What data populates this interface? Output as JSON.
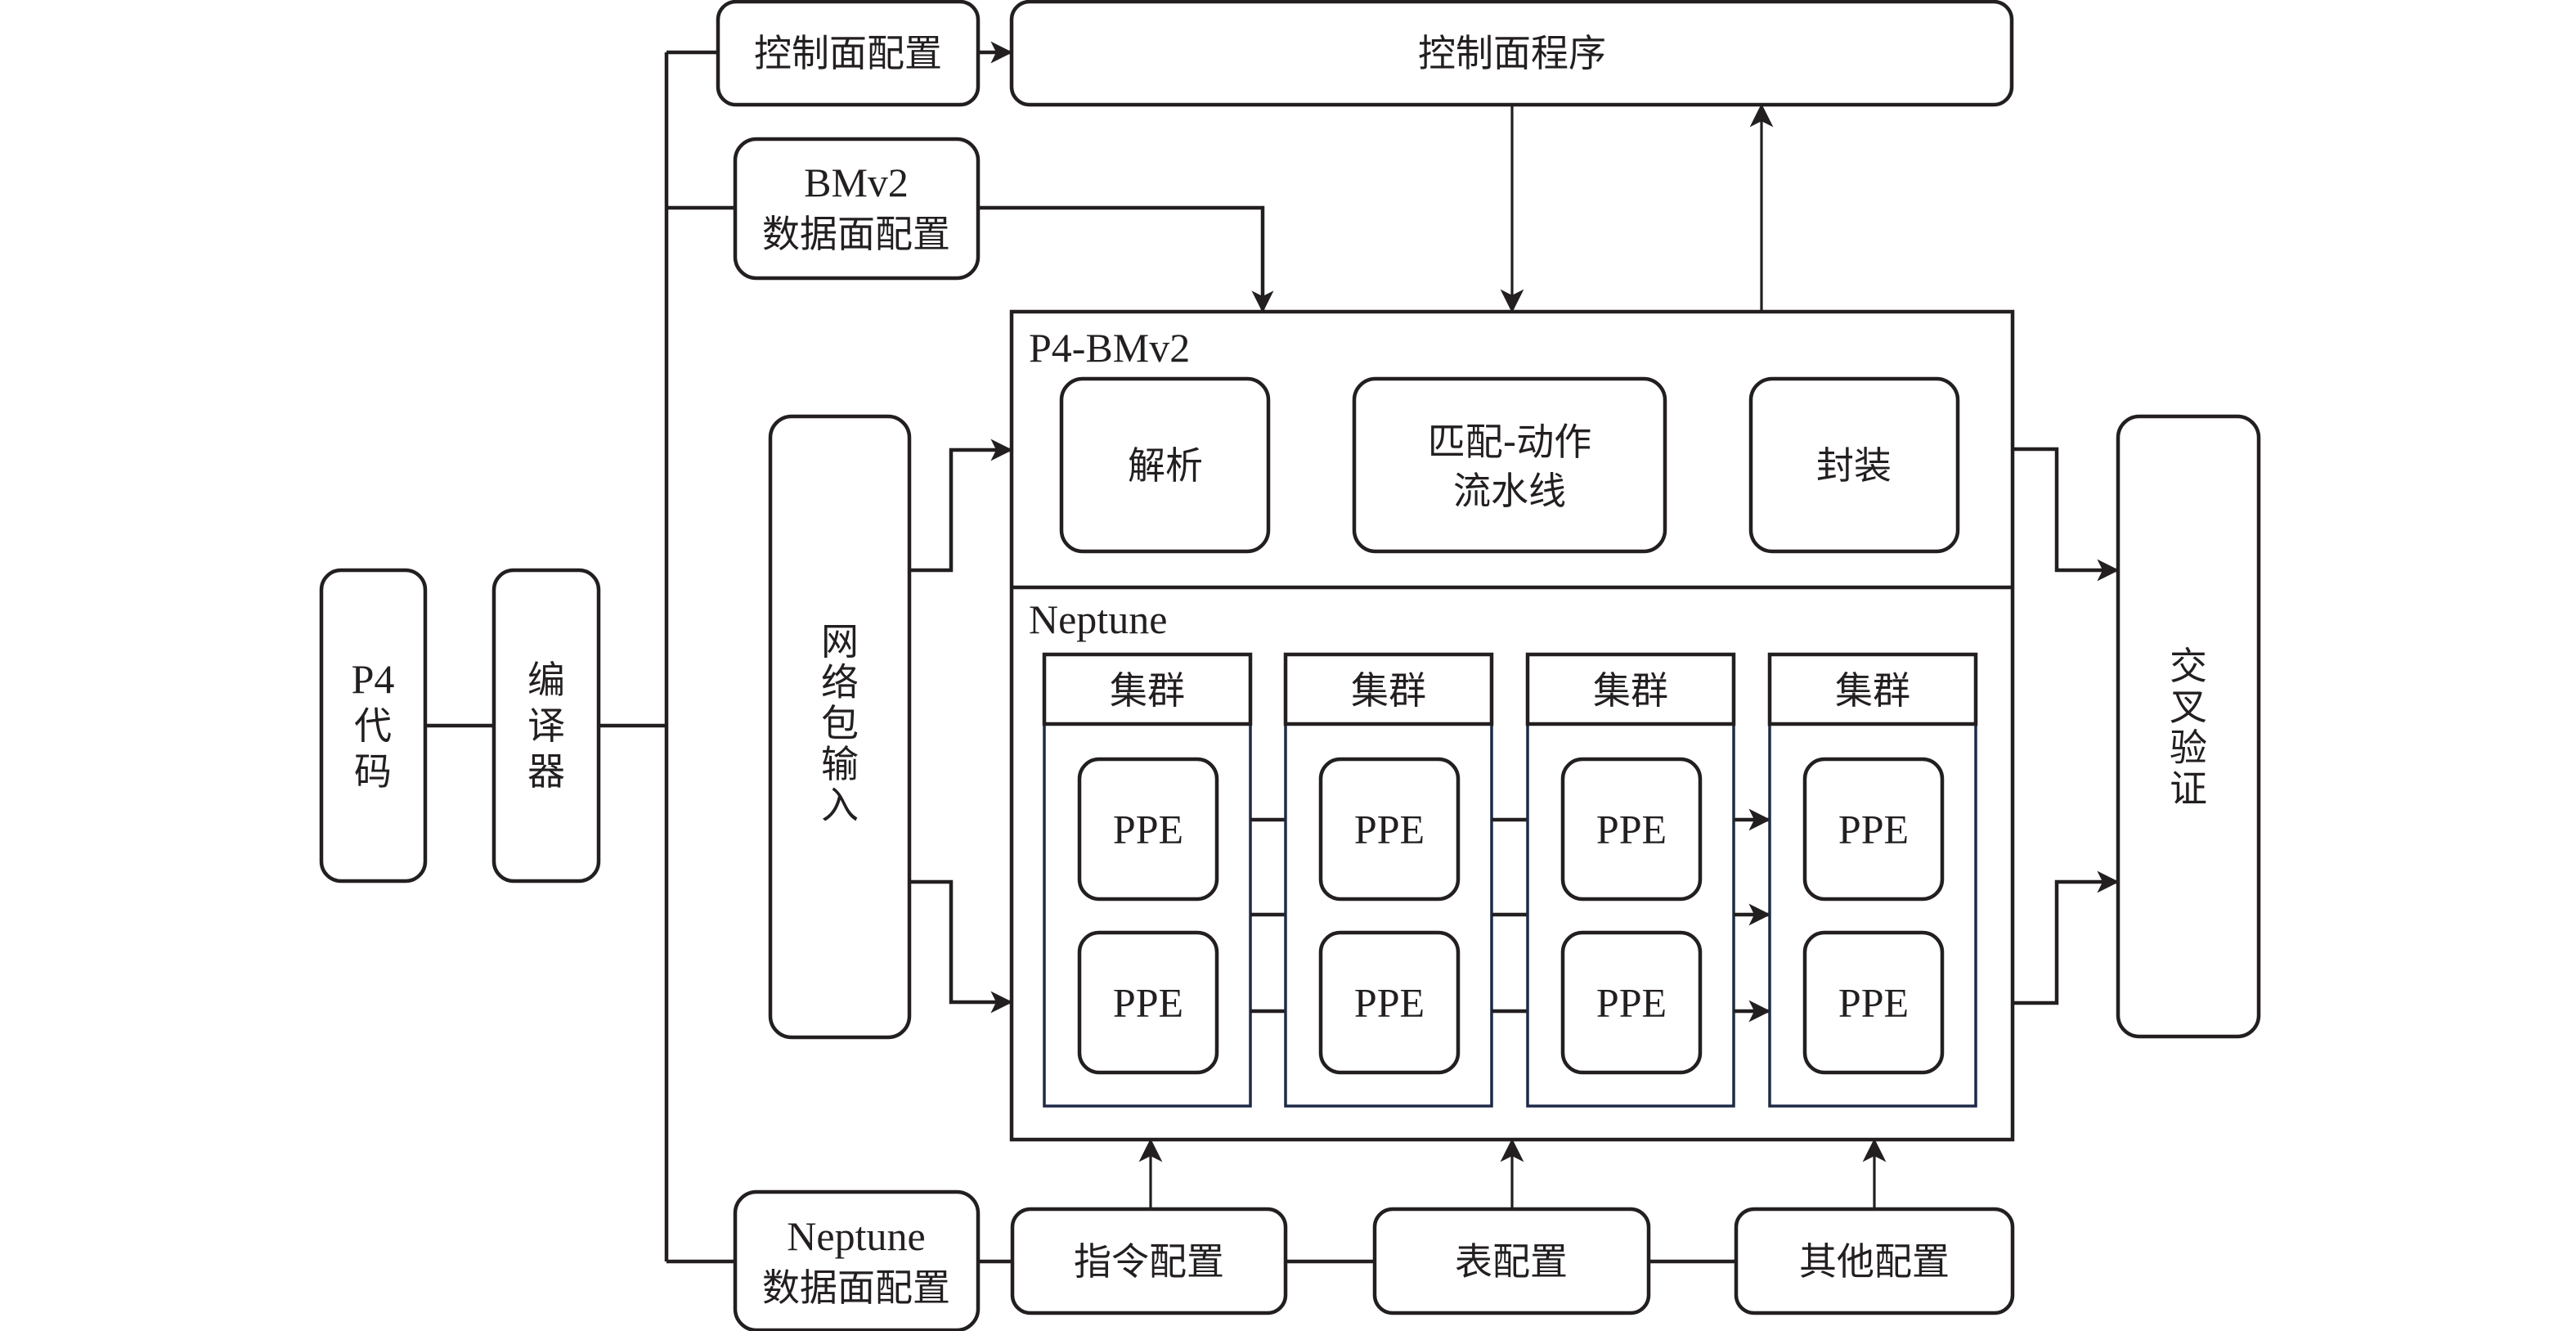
{
  "title": "P4 / BMv2 / Neptune cross-validation framework",
  "colors": {
    "stroke": "#231f20",
    "text": "#231f20",
    "cluster_border": "#1e2a47",
    "background": "#ffffff"
  },
  "nodes": {
    "p4_code": [
      "P4",
      "代",
      "码"
    ],
    "compiler": [
      "编",
      "译",
      "器"
    ],
    "control_plane_config": "控制面配置",
    "control_plane_program": "控制面程序",
    "bmv2_data_plane_config": [
      "BMv2",
      "数据面配置"
    ],
    "network_packet_input": [
      "网",
      "络",
      "包",
      "输",
      "入"
    ],
    "p4_bmv2": {
      "title": "P4-BMv2",
      "stages": [
        {
          "lines": [
            "解析"
          ]
        },
        {
          "lines": [
            "匹配-动作",
            "流水线"
          ]
        },
        {
          "lines": [
            "封装"
          ]
        }
      ]
    },
    "neptune": {
      "title": "Neptune",
      "clusters": [
        {
          "label": "集群",
          "ppes": [
            "PPE",
            "PPE"
          ]
        },
        {
          "label": "集群",
          "ppes": [
            "PPE",
            "PPE"
          ]
        },
        {
          "label": "集群",
          "ppes": [
            "PPE",
            "PPE"
          ]
        },
        {
          "label": "集群",
          "ppes": [
            "PPE",
            "PPE"
          ]
        }
      ]
    },
    "cross_validation": [
      "交",
      "叉",
      "验",
      "证"
    ],
    "neptune_data_plane_config": [
      "Neptune",
      "数据面配置"
    ],
    "instruction_config": "指令配置",
    "table_config": "表配置",
    "other_config": "其他配置"
  }
}
